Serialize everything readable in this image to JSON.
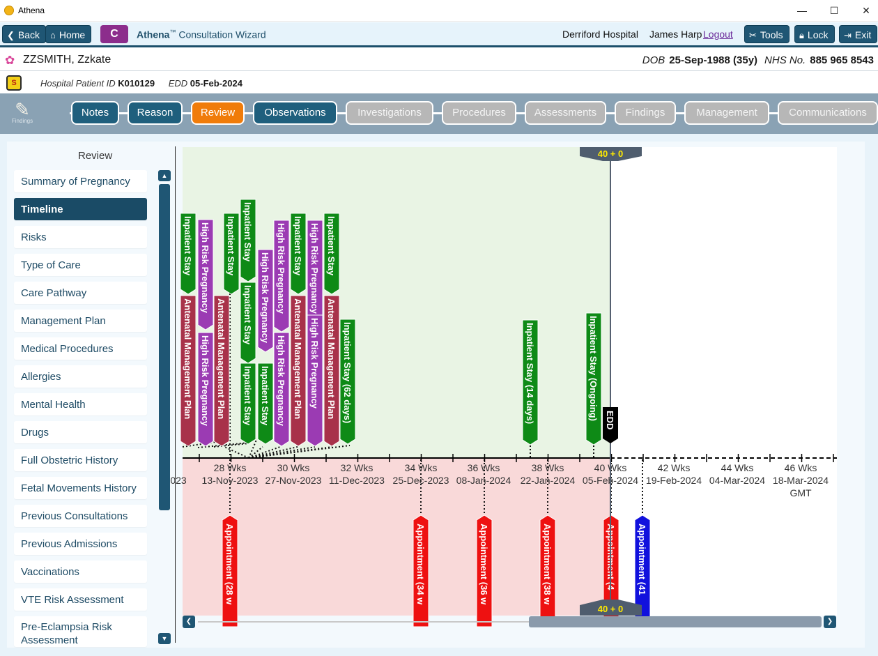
{
  "window": {
    "app_title": "Athena",
    "controls": {
      "minimize": "—",
      "maximize": "☐",
      "close": "✕"
    }
  },
  "toolbar": {
    "back": "Back",
    "home": "Home",
    "c_button": "C",
    "wizard_brand": "Athena",
    "wizard_tm": "™",
    "wizard_title": " Consultation Wizard",
    "hospital": "Derriford Hospital",
    "user": "James Harp",
    "logout": "Logout",
    "tools": "Tools",
    "lock": "Lock",
    "exit": "Exit",
    "accent_color": "#1f5674"
  },
  "patient": {
    "name": "ZZSMITH, Zzkate",
    "dob_label": "DOB",
    "dob_value": "25-Sep-1988 (35y)",
    "nhs_label": "NHS No.",
    "nhs_value": "885 965 8543",
    "hospital_id_label": "Hospital Patient ID",
    "hospital_id": "K010129",
    "edd_label": "EDD",
    "edd": "05-Feb-2024"
  },
  "tabs": {
    "findings_icon_label": "Findings",
    "items": [
      {
        "label": "Notes",
        "state": "done"
      },
      {
        "label": "Reason",
        "state": "done"
      },
      {
        "label": "Review",
        "state": "current"
      },
      {
        "label": "Observations",
        "state": "done"
      },
      {
        "label": "Investigations",
        "state": "disabled"
      },
      {
        "label": "Procedures",
        "state": "disabled"
      },
      {
        "label": "Assessments",
        "state": "disabled"
      },
      {
        "label": "Findings",
        "state": "disabled"
      },
      {
        "label": "Management",
        "state": "disabled"
      },
      {
        "label": "Communications",
        "state": "disabled"
      }
    ]
  },
  "review": {
    "title": "Review",
    "items": [
      "Summary of Pregnancy",
      "Timeline",
      "Risks",
      "Type of Care",
      "Care Pathway",
      "Management Plan",
      "Medical Procedures",
      "Allergies",
      "Mental Health",
      "Drugs",
      "Full Obstetric History",
      "Fetal Movements History",
      "Previous Consultations",
      "Previous Admissions",
      "Vaccinations",
      "VTE Risk Assessment",
      "Pre-Eclampsia Risk Assessment"
    ],
    "selected": "Timeline"
  },
  "timeline": {
    "current_marker_label": "40 + 0",
    "edd_label": "EDD",
    "timezone": "GMT",
    "colors": {
      "inpatient": "#0e8a16",
      "high_risk": "#9b3bb3",
      "antenatal": "#a8324a",
      "appointment": "#ee1111",
      "appointment_future": "#1111dd",
      "above_bg": "#e9f4e4",
      "below_bg": "#f9d9d9"
    },
    "axis": [
      {
        "weeks": "",
        "date": "023"
      },
      {
        "weeks": "28 Wks",
        "date": "13-Nov-2023"
      },
      {
        "weeks": "30 Wks",
        "date": "27-Nov-2023"
      },
      {
        "weeks": "32 Wks",
        "date": "11-Dec-2023"
      },
      {
        "weeks": "34 Wks",
        "date": "25-Dec-2023"
      },
      {
        "weeks": "36 Wks",
        "date": "08-Jan-2024"
      },
      {
        "weeks": "38 Wks",
        "date": "22-Jan-2024"
      },
      {
        "weeks": "40 Wks",
        "date": "05-Feb-2024"
      },
      {
        "weeks": "42 Wks",
        "date": "19-Feb-2024"
      },
      {
        "weeks": "44 Wks",
        "date": "04-Mar-2024"
      },
      {
        "weeks": "46 Wks",
        "date": "18-Mar-2024"
      }
    ],
    "events_above": [
      {
        "label": "Inpatient Stay",
        "type": "inpatient"
      },
      {
        "label": "Antenatal Management Plan",
        "type": "antenatal"
      },
      {
        "label": "High Risk Pregnancy",
        "type": "high_risk"
      },
      {
        "label": "High Risk Pregnancy",
        "type": "high_risk"
      },
      {
        "label": "Antenatal Management Plan",
        "type": "antenatal"
      },
      {
        "label": "Inpatient Stay",
        "type": "inpatient"
      },
      {
        "label": "Inpatient Stay",
        "type": "inpatient"
      },
      {
        "label": "Inpatient Stay",
        "type": "inpatient"
      },
      {
        "label": "Inpatient Stay",
        "type": "inpatient"
      },
      {
        "label": "High Risk Pregnancy",
        "type": "high_risk"
      },
      {
        "label": "Inpatient Stay",
        "type": "inpatient"
      },
      {
        "label": "High Risk Pregnancy",
        "type": "high_risk"
      },
      {
        "label": "High Risk Pregnancy",
        "type": "high_risk"
      },
      {
        "label": "Inpatient Stay",
        "type": "inpatient"
      },
      {
        "label": "Antenatal Management Plan",
        "type": "antenatal"
      },
      {
        "label": "High Risk Pregnancy",
        "type": "high_risk"
      },
      {
        "label": "High Risk Pregnancy",
        "type": "high_risk"
      },
      {
        "label": "Inpatient Stay",
        "type": "inpatient"
      },
      {
        "label": "Antenatal Management Plan",
        "type": "antenatal"
      },
      {
        "label": "Inpatient Stay (62 days)",
        "type": "inpatient"
      },
      {
        "label": "Inpatient Stay (14 days)",
        "type": "inpatient"
      },
      {
        "label": "Inpatient Stay (Ongoing)",
        "type": "inpatient"
      }
    ],
    "events_below": [
      {
        "label": "Appointment (28 w",
        "type": "appointment"
      },
      {
        "label": "Appointment (34 w",
        "type": "appointment"
      },
      {
        "label": "Appointment (36 w",
        "type": "appointment"
      },
      {
        "label": "Appointment (38 w",
        "type": "appointment"
      },
      {
        "label": "Appointment (4",
        "type": "appointment"
      },
      {
        "label": "Appointment (41",
        "type": "appointment_future"
      }
    ]
  }
}
